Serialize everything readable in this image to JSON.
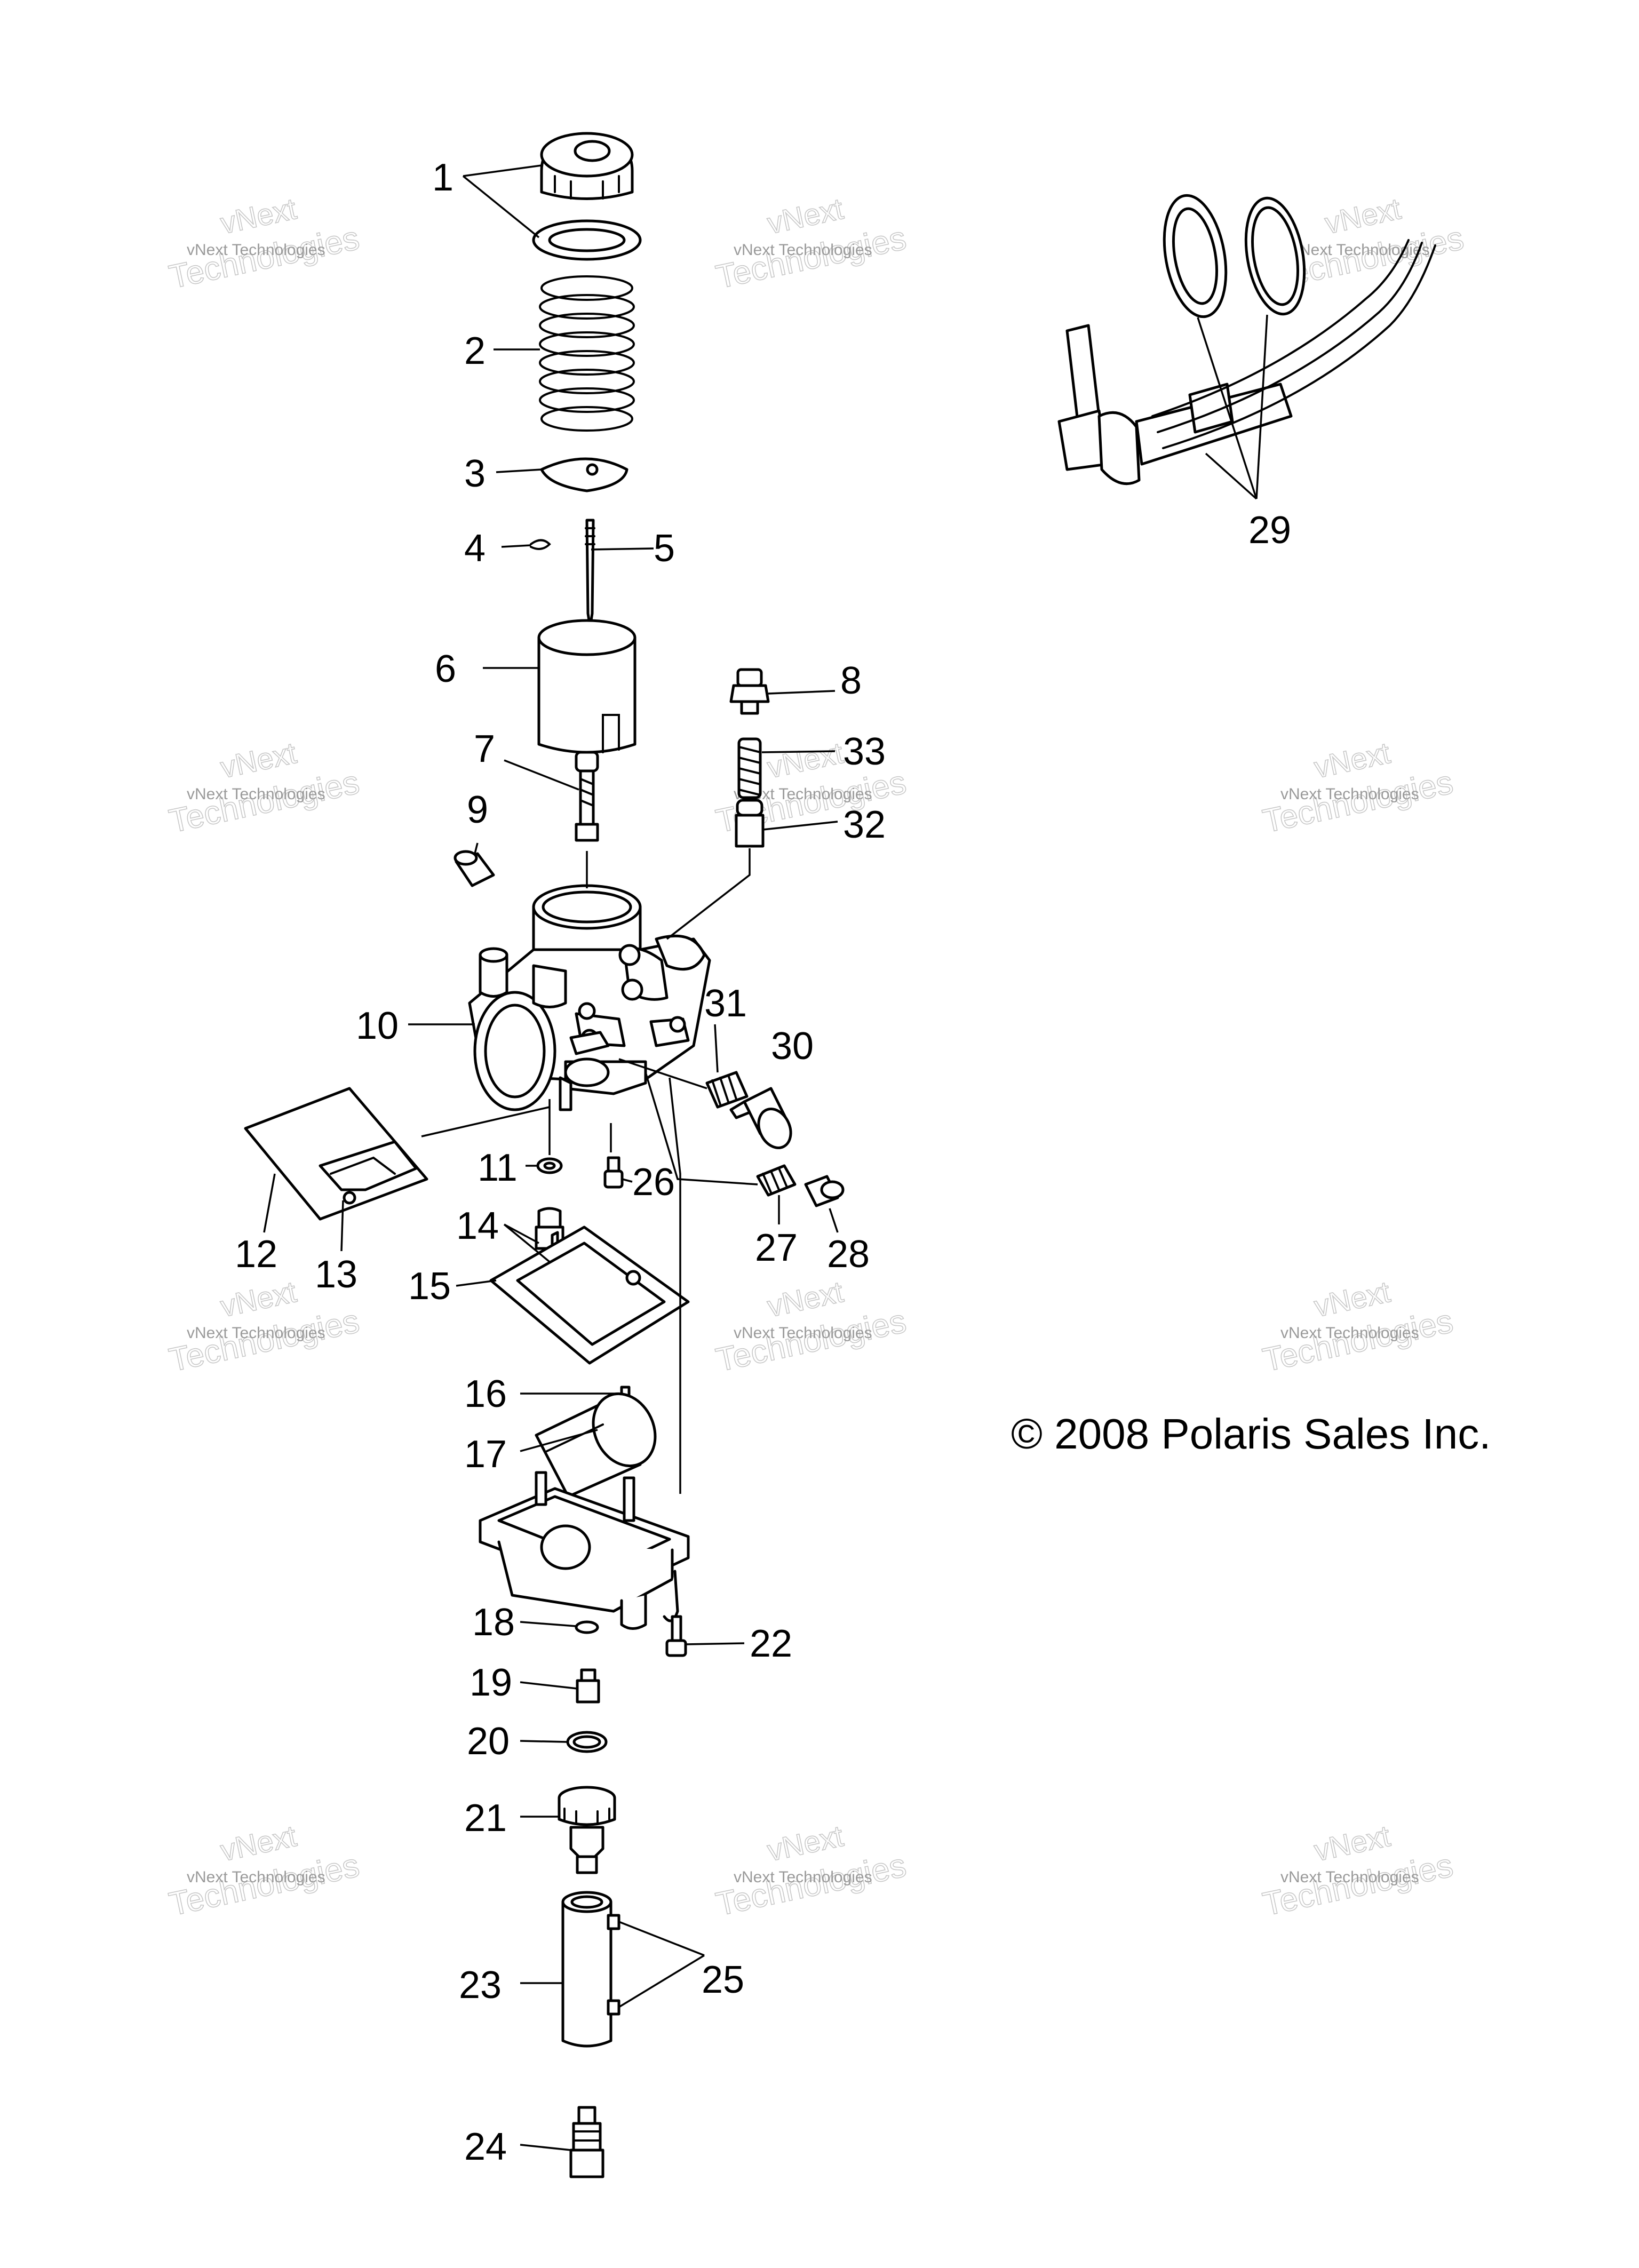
{
  "copyright": "© 2008 Polaris Sales Inc.",
  "watermark": {
    "small_text": "vNext Technologies",
    "big_line1": "vNext",
    "big_line2": "Technologies"
  },
  "callouts": [
    "1",
    "2",
    "3",
    "4",
    "5",
    "6",
    "7",
    "8",
    "9",
    "10",
    "11",
    "12",
    "13",
    "14",
    "15",
    "16",
    "17",
    "18",
    "19",
    "20",
    "21",
    "22",
    "23",
    "24",
    "25",
    "26",
    "27",
    "28",
    "29",
    "30",
    "31",
    "32",
    "33"
  ]
}
